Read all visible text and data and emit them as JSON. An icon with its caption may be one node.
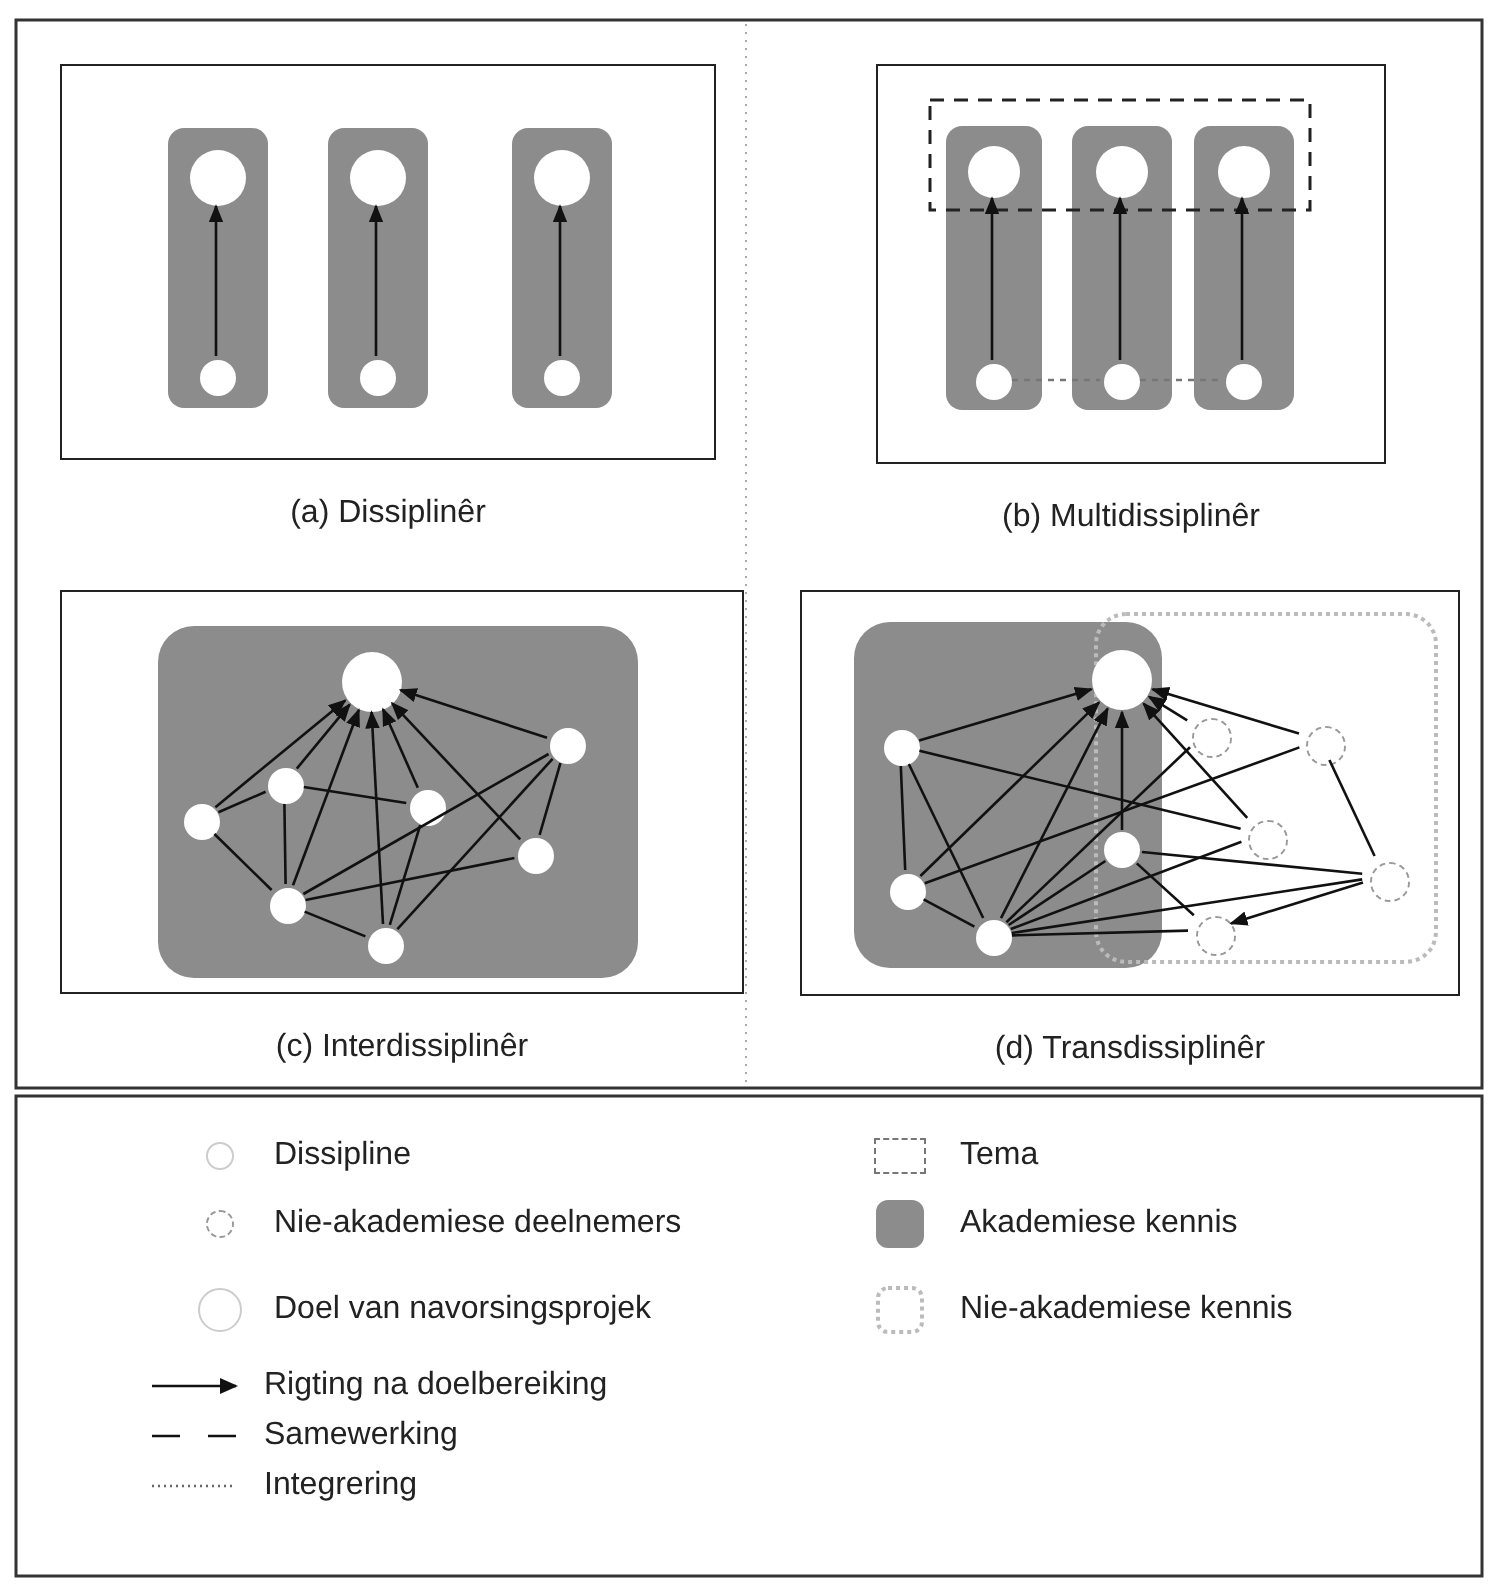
{
  "diagram": {
    "nodes": [
      {
        "text": [
          "(a) Dissiplinêr"
        ]
      },
      {
        "text": [],
        "shape": "bar",
        "in": 0
      },
      {
        "text": [],
        "shape": "circle",
        "in": 1
      },
      {
        "text": [],
        "shape": "circle",
        "in": 1
      },
      {
        "text": [],
        "shape": "bar",
        "in": 0
      },
      {
        "text": [],
        "shape": "circle",
        "in": 4
      },
      {
        "text": [],
        "shape": "circle",
        "in": 4
      },
      {
        "text": [],
        "shape": "bar",
        "in": 0
      },
      {
        "text": [],
        "shape": "circle",
        "in": 7
      },
      {
        "text": [],
        "shape": "circle",
        "in": 7
      },
      {
        "text": [
          "(b) Multidissiplinêr"
        ]
      },
      {
        "text": [],
        "shape": "bar",
        "in": 10
      },
      {
        "text": [],
        "shape": "circle",
        "in": 11
      },
      {
        "text": [],
        "shape": "circle",
        "in": 11
      },
      {
        "text": [],
        "shape": "bar",
        "in": 10
      },
      {
        "text": [],
        "shape": "circle",
        "in": 14
      },
      {
        "text": [],
        "shape": "circle",
        "in": 14
      },
      {
        "text": [],
        "shape": "bar",
        "in": 10
      },
      {
        "text": [],
        "shape": "circle",
        "in": 17
      },
      {
        "text": [],
        "shape": "circle",
        "in": 17
      },
      {
        "text": [
          "(c) Interdissiplinêr"
        ]
      },
      {
        "text": [],
        "shape": "box",
        "in": 20
      },
      {
        "text": [],
        "shape": "circle",
        "in": 21
      },
      {
        "text": [],
        "shape": "circle",
        "in": 21
      },
      {
        "text": [],
        "shape": "circle",
        "in": 21
      },
      {
        "text": [],
        "shape": "circle",
        "in": 21
      },
      {
        "text": [],
        "shape": "circle",
        "in": 21
      },
      {
        "text": [],
        "shape": "circle",
        "in": 21
      },
      {
        "text": [],
        "shape": "circle",
        "in": 21
      },
      {
        "text": [],
        "shape": "circle",
        "in": 21
      },
      {
        "text": [
          "(d) Transdissiplinêr"
        ]
      },
      {
        "text": [],
        "shape": "box",
        "in": 30
      },
      {
        "text": [],
        "shape": "circle"
      },
      {
        "text": [],
        "shape": "circle",
        "in": 31
      },
      {
        "text": [],
        "shape": "circle",
        "in": 31
      },
      {
        "text": [],
        "shape": "circle",
        "in": 31
      },
      {
        "text": [],
        "shape": "circle"
      },
      {
        "text": [],
        "shape": "box",
        "in": 30
      },
      {
        "text": [],
        "shape": "circle",
        "in": 37
      },
      {
        "text": [],
        "shape": "circle",
        "in": 37
      },
      {
        "text": [],
        "shape": "circle",
        "in": 37
      },
      {
        "text": [],
        "shape": "circle",
        "in": 37
      },
      {
        "text": [],
        "shape": "circle",
        "in": 37
      }
    ],
    "edges": [
      {
        "from": 3,
        "to": 2,
        "arrow": "to"
      },
      {
        "from": 6,
        "to": 5,
        "arrow": "to"
      },
      {
        "from": 9,
        "to": 8,
        "arrow": "to"
      },
      {
        "from": 13,
        "to": 12,
        "arrow": "to"
      },
      {
        "from": 16,
        "to": 15,
        "arrow": "to"
      },
      {
        "from": 19,
        "to": 18,
        "arrow": "to"
      },
      {
        "from": 13,
        "to": 16,
        "arrow": "none",
        "style": "dashed",
        "color": "#777777"
      },
      {
        "from": 16,
        "to": 19,
        "arrow": "none",
        "style": "dashed",
        "color": "#777777"
      },
      {
        "from": 23,
        "to": 22,
        "arrow": "to"
      },
      {
        "from": 24,
        "to": 22,
        "arrow": "to"
      },
      {
        "from": 25,
        "to": 22,
        "arrow": "to"
      },
      {
        "from": 26,
        "to": 22,
        "arrow": "to"
      },
      {
        "from": 27,
        "to": 22,
        "arrow": "to"
      },
      {
        "from": 28,
        "to": 22,
        "arrow": "to"
      },
      {
        "from": 29,
        "to": 22,
        "arrow": "to"
      },
      {
        "from": 23,
        "to": 24,
        "arrow": "none"
      },
      {
        "from": 23,
        "to": 25,
        "arrow": "none"
      },
      {
        "from": 24,
        "to": 25,
        "arrow": "none"
      },
      {
        "from": 24,
        "to": 27,
        "arrow": "none"
      },
      {
        "from": 25,
        "to": 29,
        "arrow": "none"
      },
      {
        "from": 25,
        "to": 28,
        "arrow": "none"
      },
      {
        "from": 25,
        "to": 26,
        "arrow": "none"
      },
      {
        "from": 26,
        "to": 27,
        "arrow": "none"
      },
      {
        "from": 26,
        "to": 29,
        "arrow": "none"
      },
      {
        "from": 29,
        "to": 28,
        "arrow": "none"
      },
      {
        "from": 33,
        "to": 32,
        "arrow": "to"
      },
      {
        "from": 34,
        "to": 32,
        "arrow": "to"
      },
      {
        "from": 35,
        "to": 32,
        "arrow": "to"
      },
      {
        "from": 36,
        "to": 32,
        "arrow": "to"
      },
      {
        "from": 38,
        "to": 32,
        "arrow": "to"
      },
      {
        "from": 40,
        "to": 32,
        "arrow": "to"
      },
      {
        "from": 41,
        "to": 32,
        "arrow": "to"
      },
      {
        "from": 33,
        "to": 34,
        "arrow": "none"
      },
      {
        "from": 33,
        "to": 35,
        "arrow": "none"
      },
      {
        "from": 33,
        "to": 40,
        "arrow": "none"
      },
      {
        "from": 34,
        "to": 35,
        "arrow": "none"
      },
      {
        "from": 34,
        "to": 41,
        "arrow": "none"
      },
      {
        "from": 35,
        "to": 36,
        "arrow": "none"
      },
      {
        "from": 35,
        "to": 38,
        "arrow": "none"
      },
      {
        "from": 35,
        "to": 40,
        "arrow": "none"
      },
      {
        "from": 35,
        "to": 42,
        "arrow": "none"
      },
      {
        "from": 35,
        "to": 39,
        "arrow": "none"
      },
      {
        "from": 36,
        "to": 42,
        "arrow": "none"
      },
      {
        "from": 36,
        "to": 39,
        "arrow": "none"
      },
      {
        "from": 41,
        "to": 42,
        "arrow": "none"
      },
      {
        "from": 42,
        "to": 39,
        "arrow": "to"
      }
    ],
    "legend": [
      {
        "text": "Dissipline"
      },
      {
        "text": "Tema"
      },
      {
        "text": "Nie-akademiese deelnemers"
      },
      {
        "text": "Akademiese kennis",
        "color": "#8c8c8c"
      },
      {
        "text": "Doel van navorsingsprojek"
      },
      {
        "text": "Nie-akademiese kennis"
      },
      {
        "text": "Rigting na doelbereiking"
      },
      {
        "text": "Samewerking"
      },
      {
        "text": "Integrering"
      }
    ]
  }
}
